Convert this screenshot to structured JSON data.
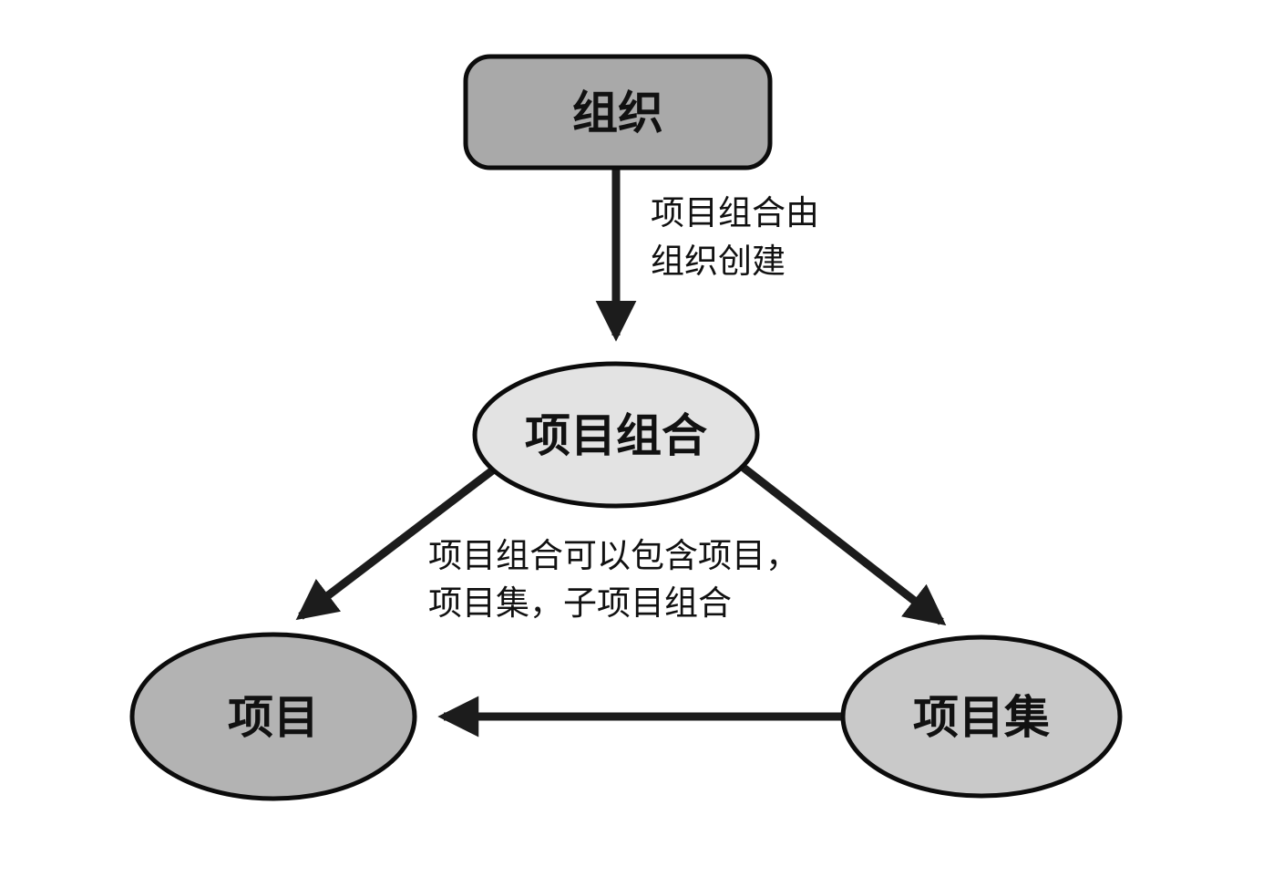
{
  "diagram": {
    "title": "portfolio-organization-relationship-diagram",
    "colors": {
      "background": "#ffffff",
      "edge_stroke": "#1c1c1c",
      "node_border": "#0c0c0c",
      "text": "#111111"
    },
    "nodes": {
      "organization": {
        "label": "组织",
        "shape": "rounded-rectangle",
        "fill": "#a9a9a9"
      },
      "portfolio": {
        "label": "项目组合",
        "shape": "ellipse",
        "fill": "#e3e3e3"
      },
      "project": {
        "label": "项目",
        "shape": "ellipse",
        "fill": "#b3b3b3"
      },
      "program": {
        "label": "项目集",
        "shape": "ellipse",
        "fill": "#c9c9c9"
      }
    },
    "edges": {
      "org_to_portfolio": {
        "from": "organization",
        "to": "portfolio",
        "label_line1": "项目组合由",
        "label_line2": "组织创建"
      },
      "portfolio_to_project": {
        "from": "portfolio",
        "to": "project",
        "label_line1": "",
        "label_line2": ""
      },
      "portfolio_to_program": {
        "from": "portfolio",
        "to": "program",
        "label_line1": "",
        "label_line2": ""
      },
      "program_to_project": {
        "from": "program",
        "to": "project",
        "label_line1": "",
        "label_line2": ""
      },
      "containment_note": {
        "label_line1": "项目组合可以包含项目，",
        "label_line2": "项目集，子项目组合"
      }
    }
  }
}
